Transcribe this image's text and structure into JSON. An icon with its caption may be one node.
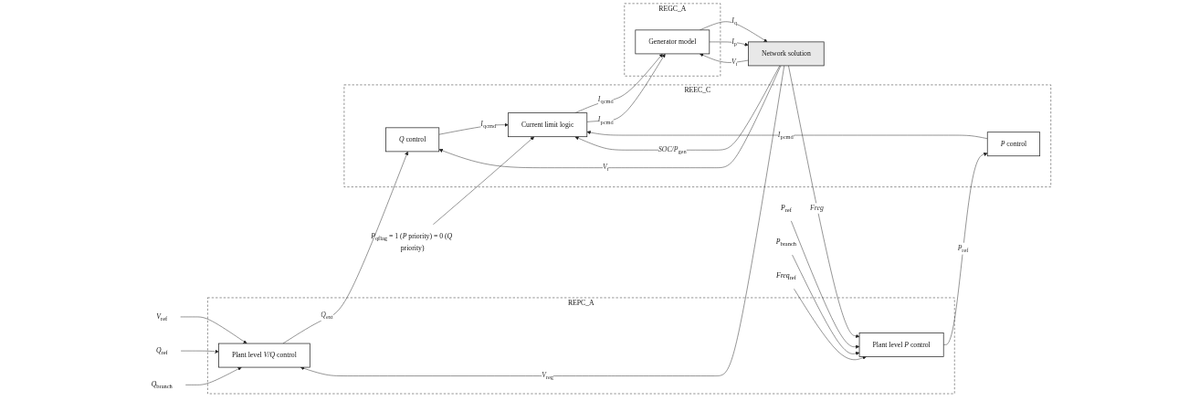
{
  "diagram": {
    "nodes": [
      {
        "text": [
          "REPC_A"
        ]
      },
      {
        "text": [
          "Plant level *V/Q* control"
        ],
        "in": 0
      },
      {
        "text": [
          "Plant level *P* control"
        ],
        "in": 0
      },
      {
        "text": [
          "REEC_C"
        ]
      },
      {
        "text": [
          "*Q* control"
        ],
        "in": 3
      },
      {
        "text": [
          "*P* control"
        ],
        "in": 3
      },
      {
        "text": [
          "Current limit logic"
        ],
        "in": 3
      },
      {
        "text": [
          "REGC_A"
        ]
      },
      {
        "text": [
          "Generator model"
        ],
        "in": 7
      },
      {
        "text": [
          "Network solution"
        ]
      },
      {
        "text": [
          "*V*$_{ref}$"
        ]
      },
      {
        "text": [
          "*Q*$_{ref}$"
        ]
      },
      {
        "text": [
          "*Q*$_{branch}$"
        ]
      },
      {
        "text": [
          "*P*$_{ref}$"
        ]
      },
      {
        "text": [
          "*P*$_{branch}$"
        ]
      },
      {
        "text": [
          "*Freq*$_{ref}$"
        ]
      },
      {
        "text": [
          "*P*$_{qflag}$ = 1 (*P* priority) = 0 (*Q* priority)"
        ]
      }
    ],
    "edges": [
      {
        "from": 1,
        "to": 4,
        "arrow": "to",
        "label": "*Q*$_{ext}$"
      },
      {
        "from": 2,
        "to": 5,
        "arrow": "to",
        "label": "*P*$_{ref}$"
      },
      {
        "from": 4,
        "to": 6,
        "arrow": "to",
        "label": "*I*$_{qcmd'}$"
      },
      {
        "from": 5,
        "to": 6,
        "arrow": "to",
        "label": "*I*$_{pcmd'}$"
      },
      {
        "from": 6,
        "to": 8,
        "arrow": "to",
        "label": "*I*$_{qcmd}$"
      },
      {
        "from": 6,
        "to": 8,
        "arrow": "to",
        "label": "*I*$_{pcmd}$"
      },
      {
        "from": 8,
        "to": 9,
        "arrow": "to",
        "label": "*I*$_{q}$"
      },
      {
        "from": 8,
        "to": 9,
        "arrow": "to",
        "label": "*I*$_{p}$"
      },
      {
        "from": 9,
        "to": 1,
        "arrow": "to",
        "label": "*V*$_{reg}$"
      },
      {
        "from": 9,
        "to": 2,
        "arrow": "to",
        "label": "*Freg*"
      },
      {
        "from": 9,
        "to": 4,
        "arrow": "to",
        "label": "*V*$_{t}$"
      },
      {
        "from": 9,
        "to": 8,
        "arrow": "to",
        "label": "*V*$_{t}$"
      },
      {
        "from": 9,
        "to": 6,
        "arrow": "to",
        "label": "*SOC/P*$_{gen}$"
      },
      {
        "from": 16,
        "to": 6,
        "arrow": "to"
      },
      {
        "from": 10,
        "to": 1,
        "arrow": "to"
      },
      {
        "from": 11,
        "to": 1,
        "arrow": "to"
      },
      {
        "from": 12,
        "to": 1,
        "arrow": "to"
      },
      {
        "from": 13,
        "to": 2,
        "arrow": "to"
      },
      {
        "from": 14,
        "to": 2,
        "arrow": "to"
      },
      {
        "from": 15,
        "to": 2,
        "arrow": "to"
      }
    ]
  }
}
